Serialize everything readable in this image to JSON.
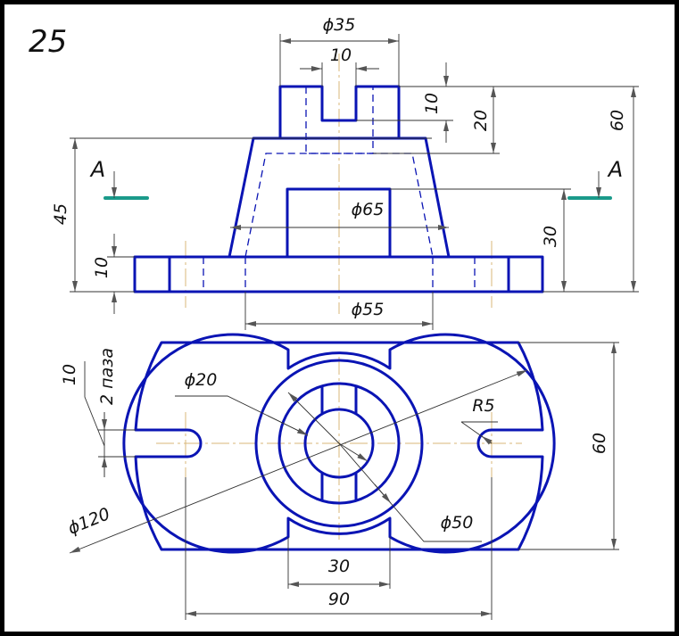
{
  "sheet": {
    "task_number": "25",
    "section_label": "A",
    "colors": {
      "outline": "#0a14b4",
      "centerline": "#d9b77a",
      "section_line": "#1a9a8a"
    }
  },
  "front_view": {
    "dims": {
      "d35": "ϕ35",
      "slot_width": "10",
      "slot_depth": "10",
      "boss_height": "20",
      "total_height": "60",
      "cone_height": "45",
      "base_thickness": "10",
      "inner_height": "30",
      "d65": "ϕ65",
      "d55": "ϕ55"
    }
  },
  "plan_view": {
    "dims": {
      "d20": "ϕ20",
      "d120": "ϕ120",
      "d50": "ϕ50",
      "r5": "R5",
      "width60": "60",
      "notch30": "30",
      "span90": "90",
      "slots_note": "2 паза",
      "slot_width": "10"
    }
  }
}
